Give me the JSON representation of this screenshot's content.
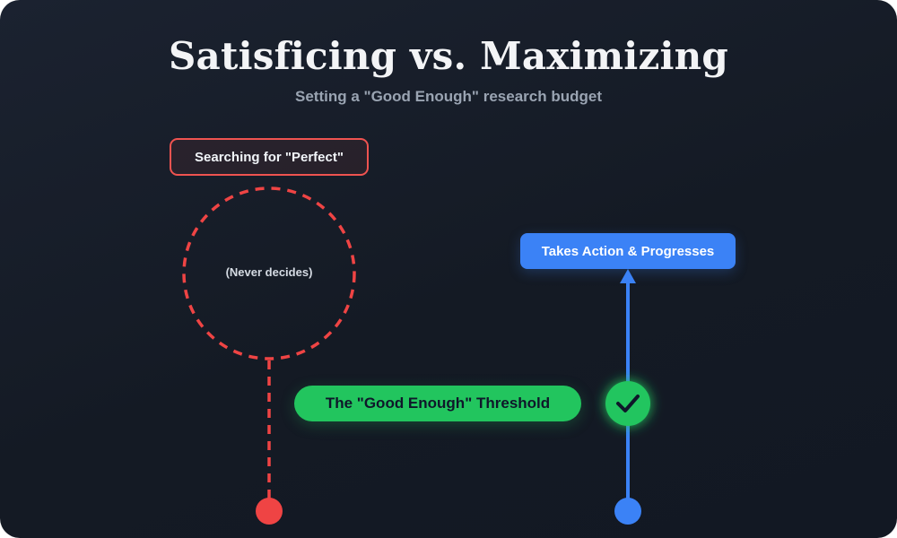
{
  "header": {
    "title": "Satisficing vs. Maximizing",
    "subtitle": "Setting a \"Good Enough\" research budget"
  },
  "maximizer_path": {
    "label": "Searching for \"Perfect\"",
    "loop_text": "(Never decides)",
    "color": "#ef4444"
  },
  "satisficer_path": {
    "label": "Takes Action & Progresses",
    "color": "#3b82f6"
  },
  "threshold": {
    "label": "The \"Good Enough\" Threshold",
    "color": "#22c55e",
    "icon": "checkmark-icon"
  }
}
